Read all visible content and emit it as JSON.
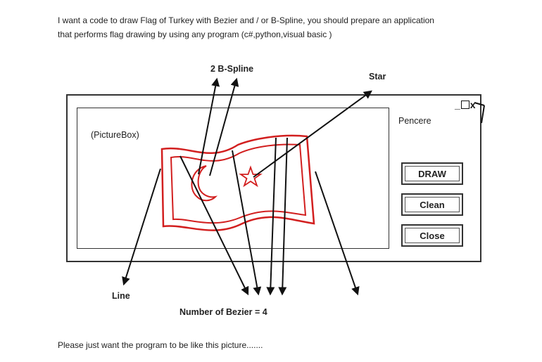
{
  "question": {
    "line1": "I want a code to draw Flag of Turkey with Bezier and / or B-Spline, you should prepare an application",
    "line2": "that performs flag drawing by using any program (c#,python,visual basic )"
  },
  "annotations": {
    "bspline": "2 B-Spline",
    "star": "Star",
    "line": "Line",
    "bezier": "Number of Bezier = 4"
  },
  "window": {
    "title": "Pencere",
    "controls": "_",
    "close": "x",
    "picturebox_label": "(PictureBox)",
    "buttons": {
      "draw": "DRAW",
      "clean": "Clean",
      "close": "Close"
    }
  },
  "footer": "Please just want the program to be like this picture.......",
  "colors": {
    "flag_outline": "#d21f1f",
    "arrows": "#111111"
  },
  "icons": {
    "crescent": "crescent-icon",
    "star": "star-icon",
    "maximize": "square-icon"
  }
}
